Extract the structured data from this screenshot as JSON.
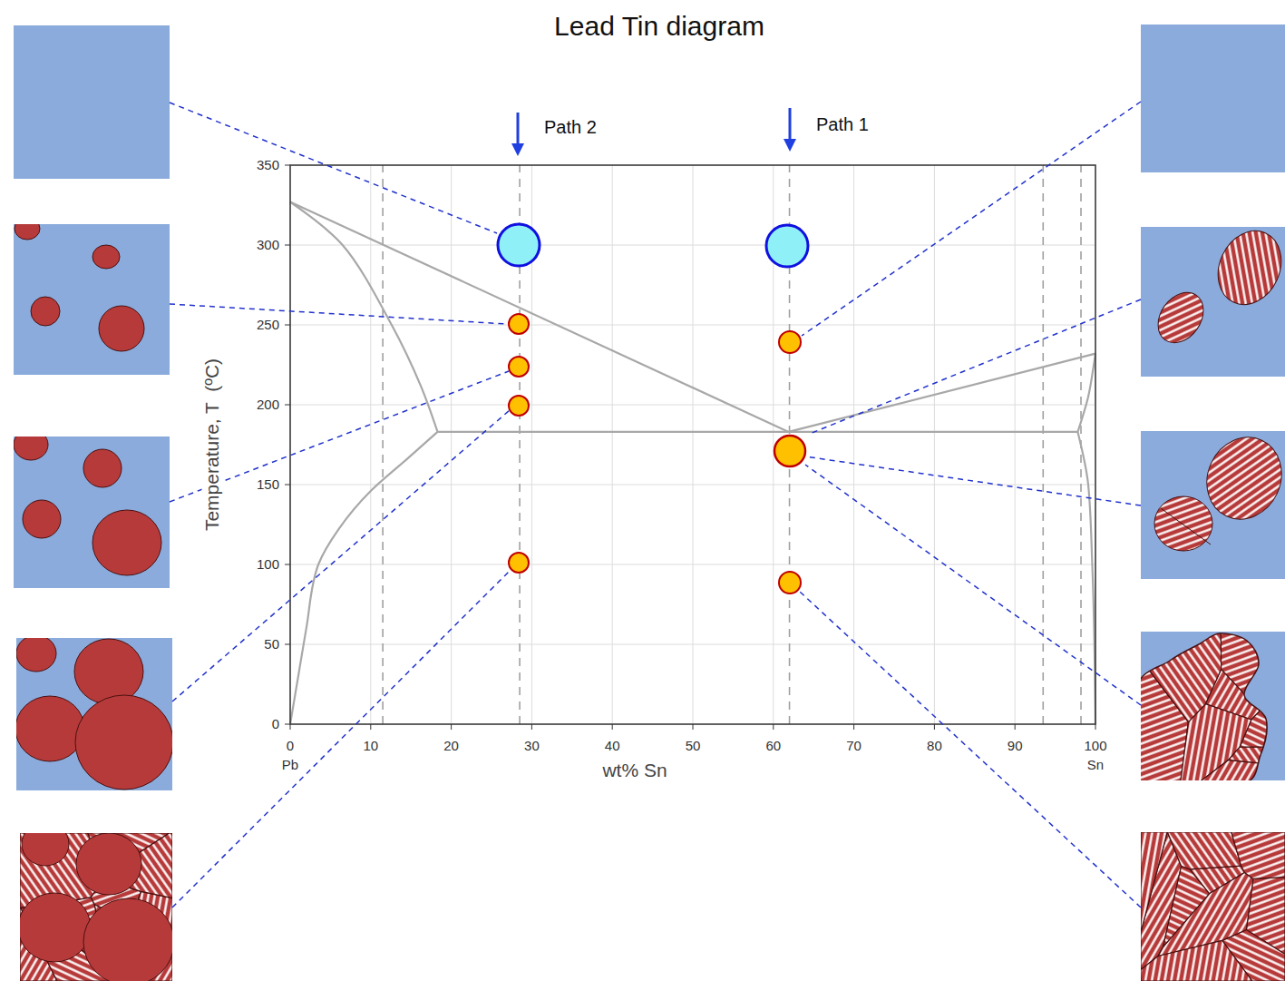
{
  "diagram": {
    "title": "Lead Tin diagram",
    "labels": [
      "Path 2",
      "Path 1",
      "350",
      "300",
      "250",
      "200",
      "150",
      "100",
      "50",
      "0",
      "Temperature, T  (ºC)",
      "0",
      "10",
      "20",
      "30",
      "40",
      "50",
      "60",
      "70",
      "80",
      "90",
      "100",
      "Pb",
      "wt% Sn",
      "Sn"
    ]
  }
}
